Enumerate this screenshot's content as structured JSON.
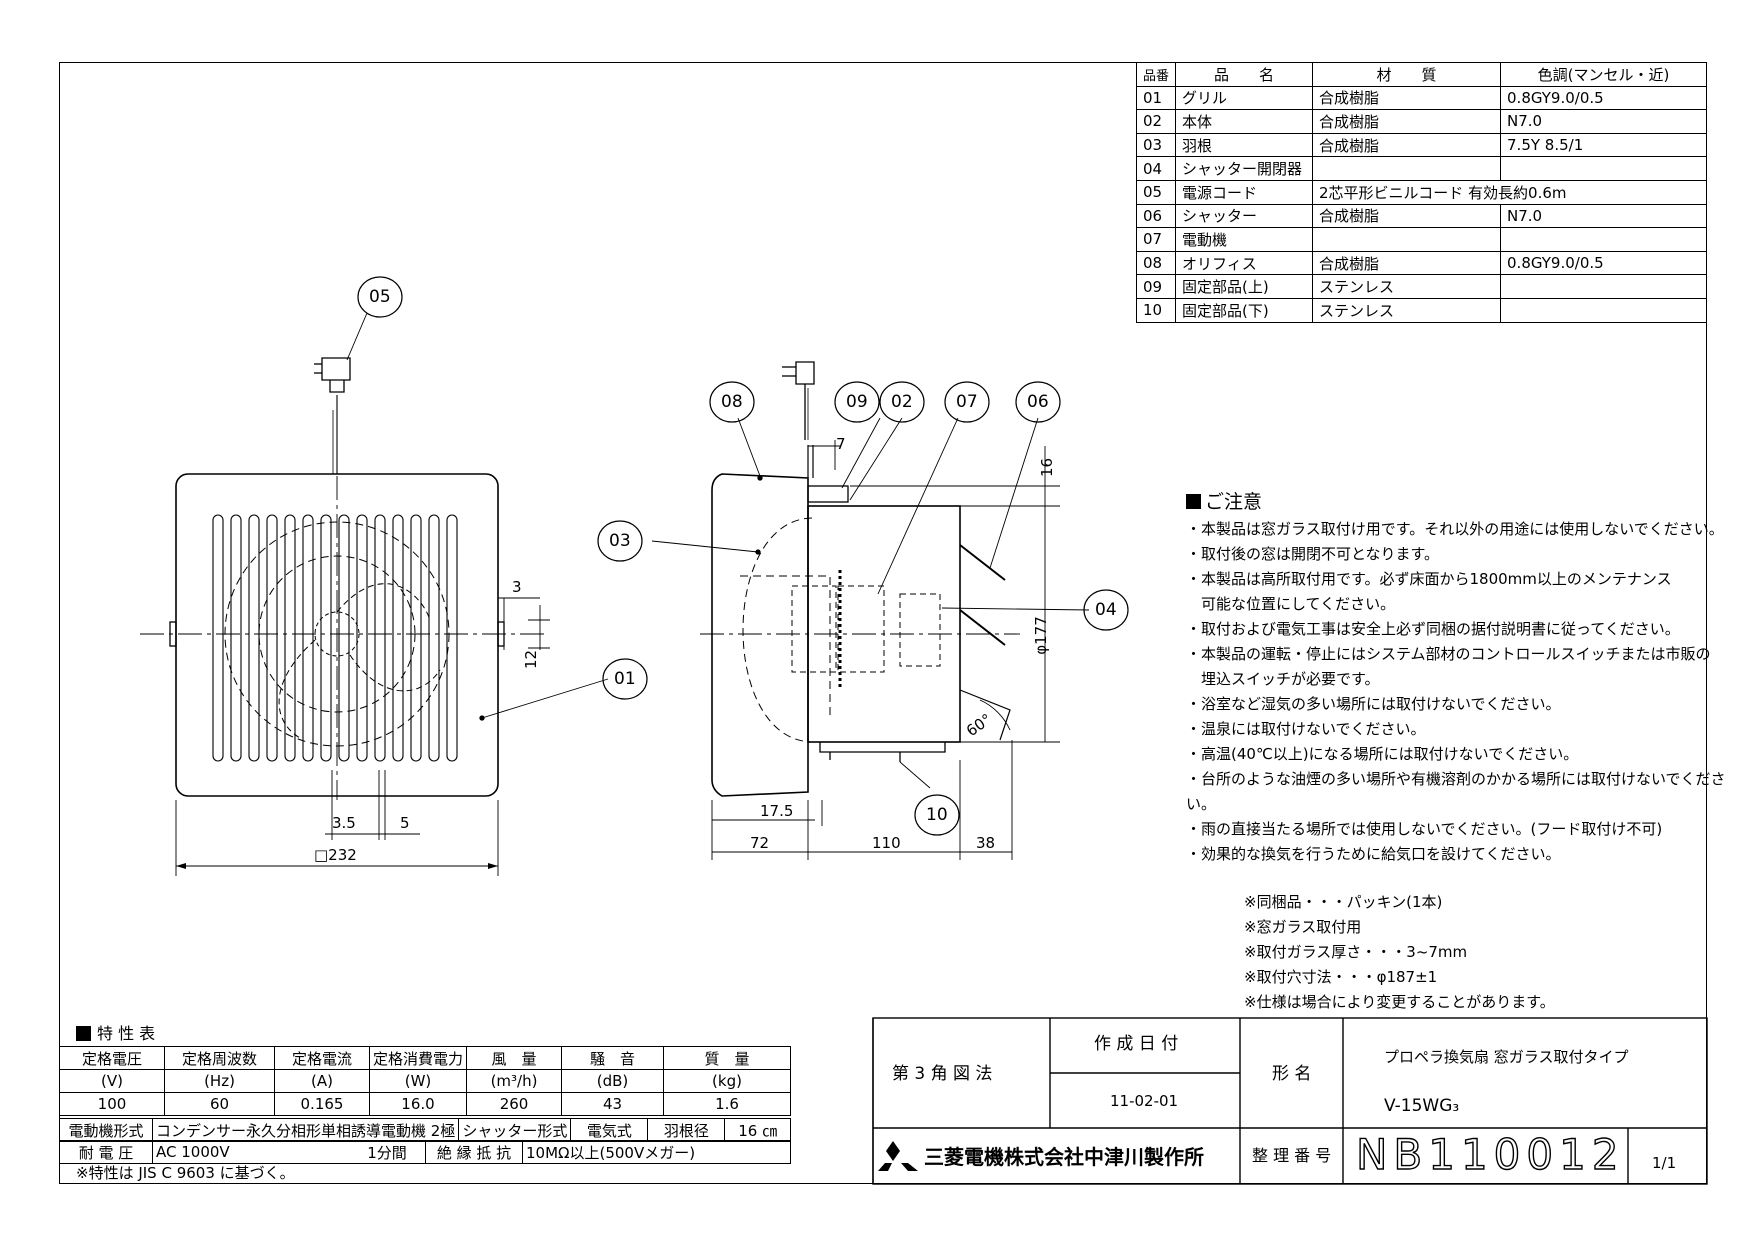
{
  "parts_table": {
    "headers": [
      "品番",
      "品　　名",
      "材　　質",
      "色調(マンセル・近)"
    ],
    "rows": [
      [
        "01",
        "グリル",
        "合成樹脂",
        "0.8GY9.0/0.5"
      ],
      [
        "02",
        "本体",
        "合成樹脂",
        "N7.0"
      ],
      [
        "03",
        "羽根",
        "合成樹脂",
        "7.5Y 8.5/1"
      ],
      [
        "04",
        "シャッター開閉器",
        "",
        ""
      ],
      [
        "05",
        "電源コード",
        "2芯平形ビニルコード 有効長約0.6m",
        ""
      ],
      [
        "06",
        "シャッター",
        "合成樹脂",
        "N7.0"
      ],
      [
        "07",
        "電動機",
        "",
        ""
      ],
      [
        "08",
        "オリフィス",
        "合成樹脂",
        "0.8GY9.0/0.5"
      ],
      [
        "09",
        "固定部品(上)",
        "ステンレス",
        ""
      ],
      [
        "10",
        "固定部品(下)",
        "ステンレス",
        ""
      ]
    ]
  },
  "notes": {
    "heading": "ご注意",
    "items": [
      "・本製品は窓ガラス取付け用です。それ以外の用途には使用しないでください。",
      "・取付後の窓は開閉不可となります。",
      "・本製品は高所取付用です。必ず床面から1800mm以上のメンテナンス",
      "　可能な位置にしてください。",
      "・取付および電気工事は安全上必ず同梱の据付説明書に従ってください。",
      "・本製品の運転・停止にはシステム部材のコントロールスイッチまたは市販の",
      "　埋込スイッチが必要です。",
      "・浴室など湿気の多い場所には取付けないでください。",
      "・温泉には取付けないでください。",
      "・高温(40℃以上)になる場所には取付けないでください。",
      "・台所のような油煙の多い場所や有機溶剤のかかる場所には取付けないでください。",
      "・雨の直接当たる場所では使用しないでください。(フード取付け不可)",
      "・効果的な換気を行うために給気口を設けてください。"
    ]
  },
  "misc_notes": [
    "※同梱品・・・パッキン(1本)",
    "※窓ガラス取付用",
    "※取付ガラス厚さ・・・3~7mm",
    "※取付穴寸法・・・φ187±1",
    "※仕様は場合により変更することがあります。"
  ],
  "spec": {
    "title": "特 性 表",
    "headers": [
      "定格電圧",
      "定格周波数",
      "定格電流",
      "定格消費電力",
      "風　量",
      "騒　音",
      "質　量"
    ],
    "units": [
      "(V)",
      "(Hz)",
      "(A)",
      "(W)",
      "(m³/h)",
      "(dB)",
      "(kg)"
    ],
    "values": [
      "100",
      "60",
      "0.165",
      "16.0",
      "260",
      "43",
      "1.6"
    ],
    "motor_label": "電動機形式",
    "motor_value": "コンデンサー永久分相形単相誘導電動機 2極",
    "shutter_label": "シャッター形式",
    "shutter_value": "電気式",
    "blade_label": "羽根径",
    "blade_value": "16 ㎝",
    "voltage_label": "耐 電 圧",
    "voltage_value": "AC 1000V",
    "voltage_time": "1分間",
    "insulation_label": "絶 縁 抵 抗",
    "insulation_value": "10MΩ以上(500Vメガー)",
    "footnote": "※特性は JIS C 9603 に基づく。"
  },
  "title_block": {
    "projection": "第 3 角 図 法",
    "date_label": "作 成 日 付",
    "date": "11-02-01",
    "model_label": "形 名",
    "product": "プロペラ換気扇 窓ガラス取付タイプ",
    "model": "V-15WG₃",
    "company": "三菱電機株式会社中津川製作所",
    "number_label": "整 理 番 号",
    "number": "NB110012",
    "sheet": "1/1"
  },
  "dimensions": {
    "front": {
      "size": "□232",
      "d35": "3.5",
      "d5": "5",
      "d3": "3",
      "d12": "12"
    },
    "side": {
      "d72": "72",
      "d110": "110",
      "d38": "38",
      "d175": "17.5",
      "d7": "7",
      "d16": "16",
      "d177": "φ177",
      "angle": "60°"
    }
  },
  "balloons": {
    "front": [
      "05",
      "01"
    ],
    "side": [
      "08",
      "09",
      "02",
      "07",
      "06",
      "03",
      "04",
      "10"
    ]
  }
}
